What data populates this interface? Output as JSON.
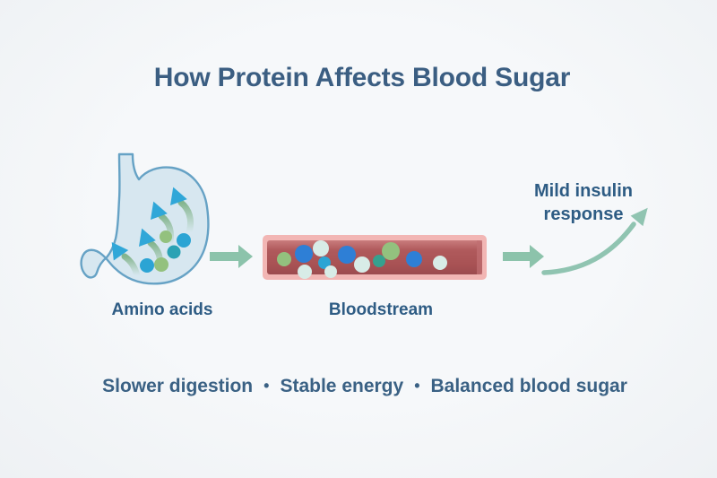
{
  "title": "How Protein Affects Blood Sugar",
  "flow": {
    "stage1": {
      "label": "Amino acids",
      "icon": "stomach-icon"
    },
    "stage2": {
      "label": "Bloodstream",
      "icon": "blood-vessel-icon"
    },
    "stage3": {
      "label": "Mild insulin response",
      "icon": "rising-curve-arrow-icon"
    }
  },
  "benefits": {
    "separator": "•",
    "items": [
      "Slower digestion",
      "Stable energy",
      "Balanced blood sugar"
    ]
  },
  "colors": {
    "background": "#f6f8fa",
    "vignette": "#eef1f4",
    "heading_text": "#3b5e82",
    "label_text": "#2e5c84",
    "tagline_text": "#3a6184",
    "flow_arrow": "#8cc3ab",
    "curve_arrow": "#90c4b1",
    "stomach_fill": "#d7e7f0",
    "stomach_stroke": "#66a2c5",
    "stomach_arrowhead": "#30a7d8",
    "stomach_arrow_tail": "#86b48e",
    "vessel_outer_pink": "#f2b6b4",
    "vessel_red": "#a85456",
    "vessel_red_light": "#c97c7d",
    "vessel_red_dark": "#9c4b4e",
    "dot_royal_blue": "#2e7fd6",
    "dot_sky_blue": "#2ba4d4",
    "dot_green": "#93c17e",
    "dot_teal": "#35a18f",
    "dot_cyan": "#2aa2b4",
    "dot_pale": "#d8ece7"
  }
}
